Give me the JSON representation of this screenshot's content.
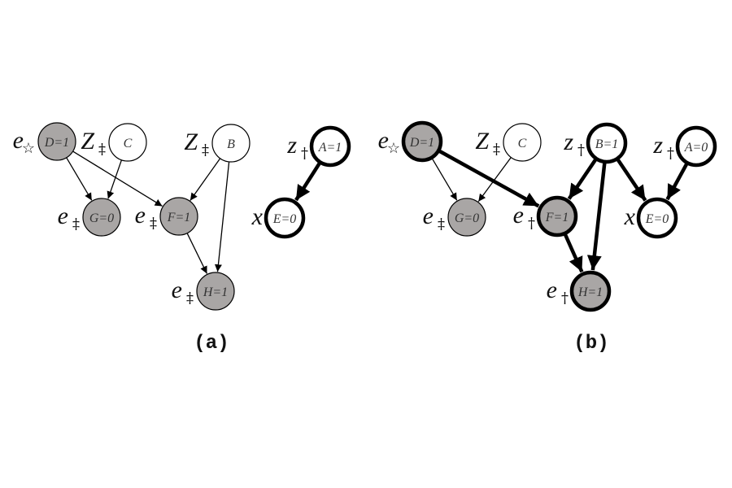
{
  "colors": {
    "evidence_fill": "#a9a6a5",
    "open_fill": "#ffffff",
    "stroke": "#000000"
  },
  "panels": [
    {
      "id": "a",
      "caption": "(a)",
      "nodes": [
        {
          "id": "D",
          "text": "D=1",
          "label": "e",
          "sub": "☆",
          "shaded": true,
          "bold": false
        },
        {
          "id": "C",
          "text": "C",
          "label": "Z",
          "sub": "‡",
          "shaded": false,
          "bold": false
        },
        {
          "id": "B",
          "text": "B",
          "label": "Z",
          "sub": "‡",
          "shaded": false,
          "bold": false
        },
        {
          "id": "A",
          "text": "A=1",
          "label": "z",
          "sub": "†",
          "shaded": false,
          "bold": true
        },
        {
          "id": "G",
          "text": "G=0",
          "label": "e",
          "sub": "‡",
          "shaded": true,
          "bold": false
        },
        {
          "id": "F",
          "text": "F=1",
          "label": "e",
          "sub": "‡",
          "shaded": true,
          "bold": false
        },
        {
          "id": "E",
          "text": "E=0",
          "label": "x",
          "sub": "",
          "shaded": false,
          "bold": true
        },
        {
          "id": "H",
          "text": "H=1",
          "label": "e",
          "sub": "‡",
          "shaded": true,
          "bold": false
        }
      ],
      "edges": [
        {
          "from": "D",
          "to": "G",
          "bold": false
        },
        {
          "from": "D",
          "to": "F",
          "bold": false
        },
        {
          "from": "C",
          "to": "G",
          "bold": false
        },
        {
          "from": "B",
          "to": "F",
          "bold": false
        },
        {
          "from": "B",
          "to": "H",
          "bold": false
        },
        {
          "from": "F",
          "to": "H",
          "bold": false
        },
        {
          "from": "A",
          "to": "E",
          "bold": true
        }
      ]
    },
    {
      "id": "b",
      "caption": "(b)",
      "nodes": [
        {
          "id": "D",
          "text": "D=1",
          "label": "e",
          "sub": "☆",
          "shaded": true,
          "bold": true
        },
        {
          "id": "C",
          "text": "C",
          "label": "Z",
          "sub": "‡",
          "shaded": false,
          "bold": false
        },
        {
          "id": "B",
          "text": "B=1",
          "label": "z",
          "sub": "†",
          "shaded": false,
          "bold": true
        },
        {
          "id": "A",
          "text": "A=0",
          "label": "z",
          "sub": "†",
          "shaded": false,
          "bold": true
        },
        {
          "id": "G",
          "text": "G=0",
          "label": "e",
          "sub": "‡",
          "shaded": true,
          "bold": false
        },
        {
          "id": "F",
          "text": "F=1",
          "label": "e",
          "sub": "†",
          "shaded": true,
          "bold": true
        },
        {
          "id": "E",
          "text": "E=0",
          "label": "x",
          "sub": "",
          "shaded": false,
          "bold": true
        },
        {
          "id": "H",
          "text": "H=1",
          "label": "e",
          "sub": "†",
          "shaded": true,
          "bold": true
        }
      ],
      "edges": [
        {
          "from": "D",
          "to": "G",
          "bold": false
        },
        {
          "from": "D",
          "to": "F",
          "bold": true
        },
        {
          "from": "C",
          "to": "G",
          "bold": false
        },
        {
          "from": "B",
          "to": "F",
          "bold": true
        },
        {
          "from": "B",
          "to": "H",
          "bold": true
        },
        {
          "from": "B",
          "to": "E",
          "bold": true
        },
        {
          "from": "F",
          "to": "H",
          "bold": true
        },
        {
          "from": "A",
          "to": "E",
          "bold": true
        }
      ]
    }
  ]
}
